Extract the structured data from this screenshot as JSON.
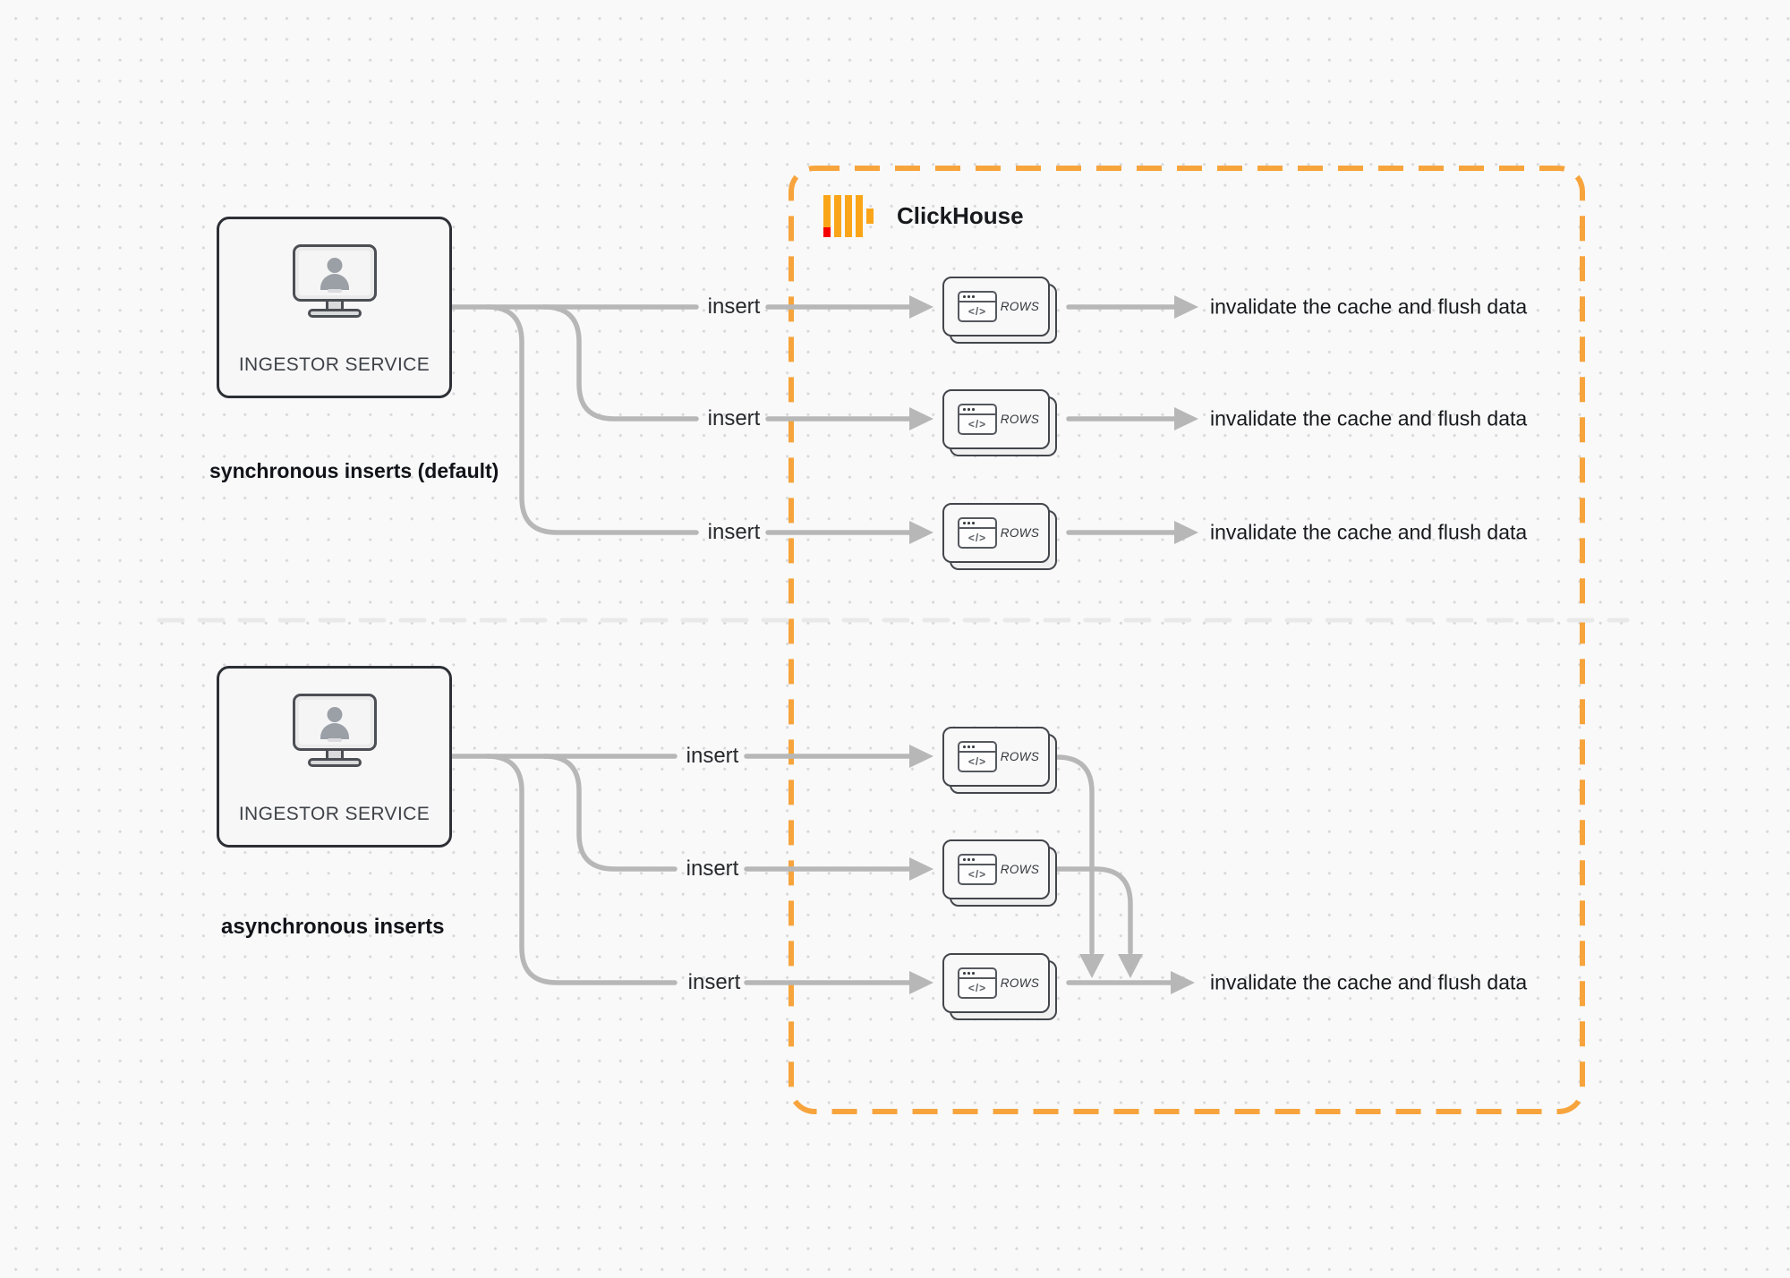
{
  "diagram": {
    "container": {
      "label": "ClickHouse",
      "logo_icon": "clickhouse-logo"
    },
    "node_icon_glyph": "</>",
    "sections": [
      {
        "id": "sync",
        "caption": "synchronous inserts (default)",
        "source": {
          "label": "INGESTOR SERVICE",
          "icon": "monitor-user-icon"
        },
        "rows": [
          {
            "edge_label": "insert",
            "node_label": "ROWS",
            "result_label": "invalidate the cache and flush data"
          },
          {
            "edge_label": "insert",
            "node_label": "ROWS",
            "result_label": "invalidate the cache and flush data"
          },
          {
            "edge_label": "insert",
            "node_label": "ROWS",
            "result_label": "invalidate the cache and flush data"
          }
        ]
      },
      {
        "id": "async",
        "caption": "asynchronous inserts",
        "source": {
          "label": "INGESTOR SERVICE",
          "icon": "monitor-user-icon"
        },
        "rows": [
          {
            "edge_label": "insert",
            "node_label": "ROWS"
          },
          {
            "edge_label": "insert",
            "node_label": "ROWS"
          },
          {
            "edge_label": "insert",
            "node_label": "ROWS"
          }
        ],
        "merged_result_label": "invalidate the cache and flush data"
      }
    ]
  },
  "colors": {
    "accent_orange": "#f7a43d",
    "bar_yellow": "#faa519",
    "logo_red": "#f50000",
    "connector_gray": "#b7b7b7",
    "divider_gray": "#e9e9e9",
    "shape_border": "#2d3035",
    "card_border": "#43464b",
    "ink": "#17191c"
  }
}
